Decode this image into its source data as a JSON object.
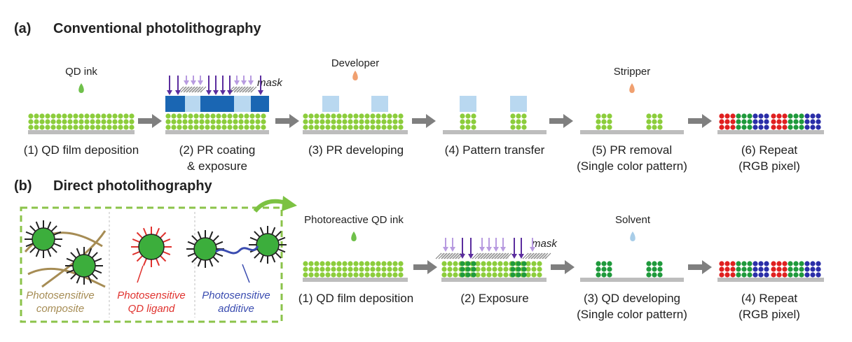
{
  "colors": {
    "dot_light": "#8ccd3c",
    "dot_dark": "#1f9a3c",
    "photoresist_dark": "#1a66b3",
    "photoresist_light": "#b9d8f0",
    "substrate": "#bdbdbd",
    "arrow_gray": "#7f7f7f",
    "uv_dark": "#5b2d9e",
    "uv_light": "#b89be0",
    "drop_green": "#6fc04a",
    "drop_orange": "#f0a070",
    "drop_blue": "#a8cde8",
    "red_pixel": "#e02020",
    "blue_pixel": "#2a2ea8",
    "inset_border": "#8bc34a",
    "composite_brown": "#a68c54",
    "ligand_red": "#e0322e",
    "additive_blue": "#3a4cb0"
  },
  "section_a": {
    "panel_letter": "(a)",
    "title": "Conventional photolithography",
    "steps": [
      {
        "label": "(1) QD film deposition",
        "sub": "",
        "reagent": "QD ink"
      },
      {
        "label": "(2) PR coating",
        "sub": "& exposure",
        "reagent": ""
      },
      {
        "label": "(3) PR developing",
        "sub": "",
        "reagent": "Developer"
      },
      {
        "label": "(4) Pattern transfer",
        "sub": "",
        "reagent": ""
      },
      {
        "label": "(5) PR removal",
        "sub": "(Single color pattern)",
        "reagent": "Stripper"
      },
      {
        "label": "(6) Repeat",
        "sub": "(RGB pixel)",
        "reagent": ""
      }
    ],
    "mask_label": "mask"
  },
  "section_b": {
    "panel_letter": "(b)",
    "title": "Direct photolithography",
    "inset": [
      {
        "line1": "Photosensitive",
        "line2": "composite"
      },
      {
        "line1": "Photosensitive",
        "line2": "QD ligand"
      },
      {
        "line1": "Photosensitive",
        "line2": "additive"
      }
    ],
    "steps": [
      {
        "label": "(1) QD film deposition",
        "sub": "",
        "reagent": "Photoreactive QD ink"
      },
      {
        "label": "(2) Exposure",
        "sub": "",
        "reagent": ""
      },
      {
        "label": "(3) QD developing",
        "sub": "(Single color pattern)",
        "reagent": "Solvent"
      },
      {
        "label": "(4) Repeat",
        "sub": "(RGB pixel)",
        "reagent": ""
      }
    ],
    "mask_label": "mask"
  }
}
